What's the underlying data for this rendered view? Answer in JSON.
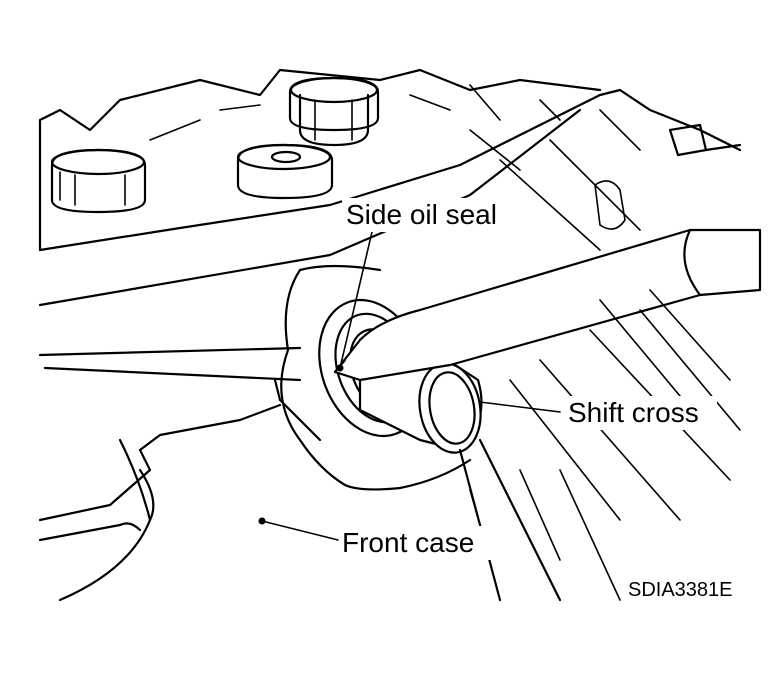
{
  "figure": {
    "callouts": {
      "side_oil_seal": "Side oil seal",
      "shift_cross": "Shift cross",
      "front_case": "Front case"
    },
    "figure_code": "SDIA3381E"
  }
}
